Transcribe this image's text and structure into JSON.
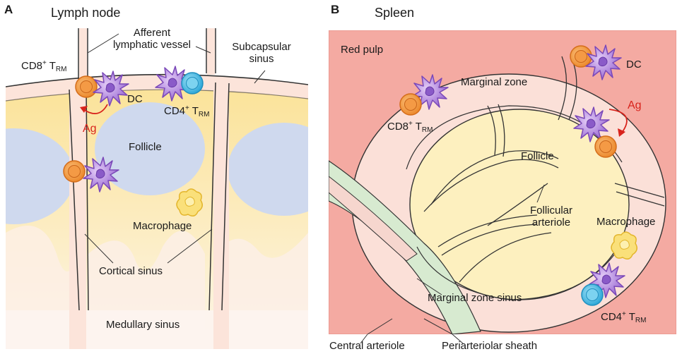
{
  "panel_a": {
    "letter": "A",
    "title": "Lymph node",
    "afferent": [
      "Afferent",
      "lymphatic vessel"
    ],
    "subcapsular": [
      "Subcapsular",
      "sinus"
    ],
    "cd8": {
      "base": "CD8",
      "sup": "+",
      "t": " T",
      "sub": "RM"
    },
    "dc": "DC",
    "cd4": {
      "base": "CD4",
      "sup": "+",
      "t": " T",
      "sub": "RM"
    },
    "ag": "Ag",
    "follicle": "Follicle",
    "macrophage": "Macrophage",
    "cortical": "Cortical sinus",
    "medullary": "Medullary sinus"
  },
  "panel_b": {
    "letter": "B",
    "title": "Spleen",
    "red_pulp": "Red pulp",
    "marginal_zone": "Marginal zone",
    "dc": "DC",
    "ag": "Ag",
    "cd8": {
      "base": "CD8",
      "sup": "+",
      "t": " T",
      "sub": "RM"
    },
    "follicle": "Follicle",
    "follicular_arteriole": [
      "Follicular",
      "arteriole"
    ],
    "macrophage": "Macrophage",
    "mz_sinus": "Marginal zone sinus",
    "cd4": {
      "base": "CD4",
      "sup": "+",
      "t": " T",
      "sub": "RM"
    },
    "central_arteriole": "Central arteriole",
    "pals": "Periarteriolar sheath"
  },
  "colors": {
    "red_pulp": "#f4aaa2",
    "marginal_zone": "#fbe0d8",
    "follicle_yellow": "#fdf0bf",
    "cortex_yellow": "#fbe6a4",
    "follicle_blue": "#cdd9ee",
    "pals_green": "#d9ecd3",
    "tcell_orange": "#f0923a",
    "cd4_blue": "#5cc3e8",
    "dc_purple": "#a87bd8",
    "macrophage_yellow": "#f9dd72",
    "ag_red": "#d8231c"
  }
}
